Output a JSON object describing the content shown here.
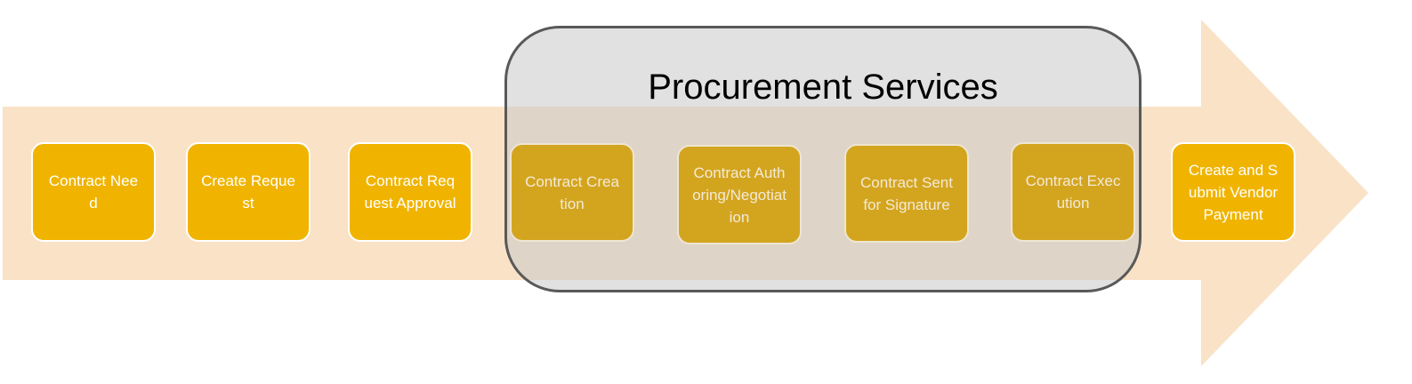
{
  "colors": {
    "arrow": "#f9e2c6",
    "step_fill": "#f0b400",
    "step_text": "#ffffff",
    "group_border": "#595959",
    "group_fill": "#c8c8c8"
  },
  "group": {
    "title": "Procurement Services"
  },
  "steps": [
    {
      "label": "Contract Need"
    },
    {
      "label": "Create Request"
    },
    {
      "label": "Contract Request Approval"
    },
    {
      "label": "Contract Creation"
    },
    {
      "label": "Contract Authoring/Negotiation"
    },
    {
      "label": "Contract Sent for Signature"
    },
    {
      "label": "Contract Execution"
    },
    {
      "label": "Create and Submit Vendor Payment"
    }
  ]
}
